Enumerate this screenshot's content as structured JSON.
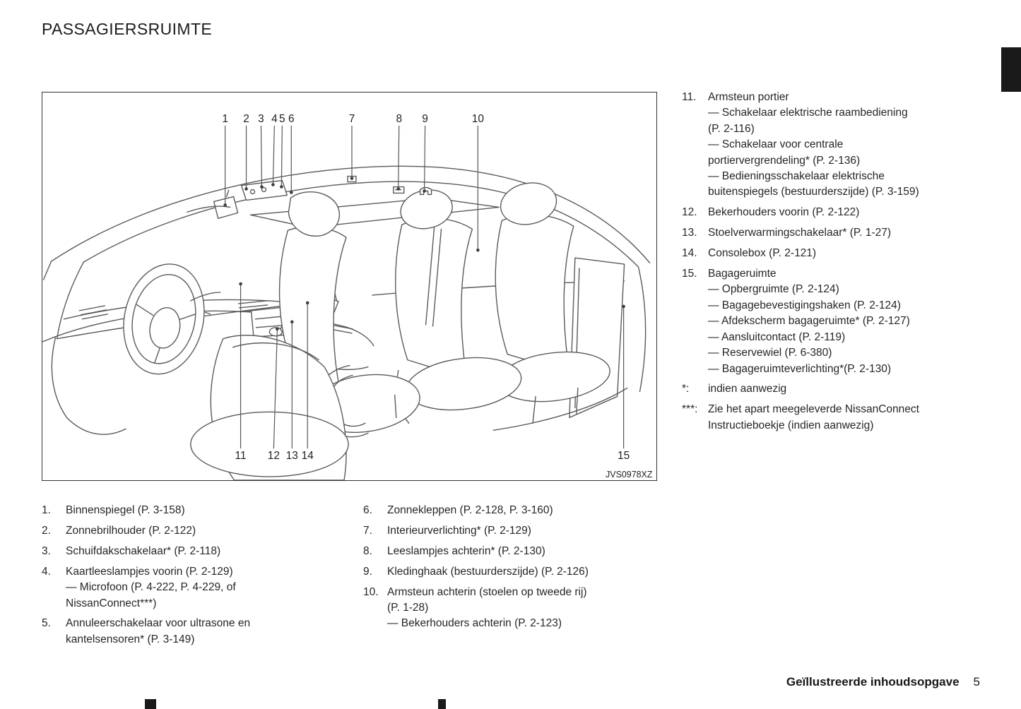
{
  "title": "PASSAGIERSRUIMTE",
  "figure": {
    "code": "JVS0978XZ",
    "callouts": {
      "top": [
        "1",
        "2",
        "3",
        "4",
        "5",
        "6",
        "7",
        "8",
        "9",
        "10"
      ],
      "bottom": [
        "11",
        "12",
        "13",
        "14",
        "15"
      ]
    }
  },
  "lists": {
    "left": [
      {
        "num": "1.",
        "lines": [
          "Binnenspiegel (P. 3-158)"
        ]
      },
      {
        "num": "2.",
        "lines": [
          "Zonnebrilhouder (P. 2-122)"
        ]
      },
      {
        "num": "3.",
        "lines": [
          "Schuifdakschakelaar* (P. 2-118)"
        ]
      },
      {
        "num": "4.",
        "lines": [
          "Kaartleeslampjes voorin (P. 2-129)",
          "— Microfoon (P. 4-222, P. 4-229, of",
          "NissanConnect***)"
        ]
      },
      {
        "num": "5.",
        "lines": [
          "Annuleerschakelaar voor ultrasone en",
          "kantelsensoren* (P. 3-149)"
        ]
      }
    ],
    "middle": [
      {
        "num": "6.",
        "lines": [
          "Zonnekleppen (P. 2-128, P. 3-160)"
        ]
      },
      {
        "num": "7.",
        "lines": [
          "Interieurverlichting* (P. 2-129)"
        ]
      },
      {
        "num": "8.",
        "lines": [
          "Leeslampjes achterin* (P. 2-130)"
        ]
      },
      {
        "num": "9.",
        "lines": [
          "Kledinghaak (bestuurderszijde) (P. 2-126)"
        ]
      },
      {
        "num": "10.",
        "lines": [
          "Armsteun achterin (stoelen op tweede rij)",
          "(P. 1-28)",
          "— Bekerhouders achterin (P. 2-123)"
        ]
      }
    ],
    "right": [
      {
        "num": "11.",
        "lines": [
          "Armsteun portier",
          "— Schakelaar elektrische raambediening",
          "(P. 2-116)",
          "— Schakelaar voor centrale",
          "portiervergrendeling* (P. 2-136)",
          "— Bedieningsschakelaar elektrische",
          "buitenspiegels (bestuurderszijde) (P. 3-159)"
        ]
      },
      {
        "num": "12.",
        "lines": [
          "Bekerhouders voorin (P. 2-122)"
        ]
      },
      {
        "num": "13.",
        "lines": [
          "Stoelverwarmingschakelaar* (P. 1-27)"
        ]
      },
      {
        "num": "14.",
        "lines": [
          "Consolebox (P. 2-121)"
        ]
      },
      {
        "num": "15.",
        "lines": [
          "Bagageruimte",
          "— Opbergruimte (P. 2-124)",
          "— Bagagebevestigingshaken (P. 2-124)",
          "— Afdekscherm bagageruimte* (P. 2-127)",
          "— Aansluitcontact (P. 2-119)",
          "— Reservewiel (P. 6-380)",
          "— Bagageruimteverlichting*(P. 2-130)"
        ]
      },
      {
        "num": "*:",
        "lines": [
          "indien aanwezig"
        ]
      },
      {
        "num": "***:",
        "lines": [
          "Zie het apart meegeleverde NissanConnect",
          "Instructieboekje (indien aanwezig)"
        ]
      }
    ]
  },
  "footer": {
    "label": "Geïllustreerde inhoudsopgave",
    "page_number": "5"
  },
  "colors": {
    "ink": "#262626",
    "line": "#5a5a5a",
    "tab": "#191919"
  }
}
